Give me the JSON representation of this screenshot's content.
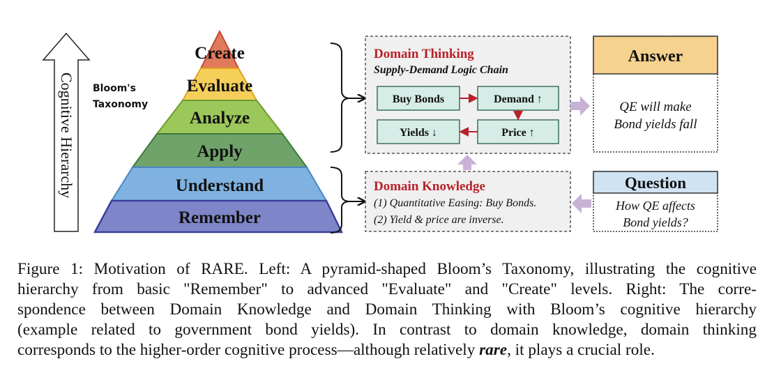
{
  "figure": {
    "axis_label": "Cognitive Hierarchy",
    "taxonomy_label_line1": "Bloom's",
    "taxonomy_label_line2": "Taxonomy",
    "levels": [
      "Create",
      "Evaluate",
      "Analyze",
      "Apply",
      "Understand",
      "Remember"
    ],
    "colors": {
      "create": "#e07a5a",
      "evaluate": "#f6cf5a",
      "analyze": "#9cc75a",
      "apply": "#6fa36a",
      "understand": "#7fb2e0",
      "remember": "#7e86c9",
      "title_red": "#b8222a",
      "node_fill": "#d6ece6",
      "node_stroke": "#3f6f5c",
      "answer_header": "#f6d28f",
      "question_header": "#cfe3f3",
      "purple_arrow": "#c7b2d6"
    },
    "domain_thinking": {
      "title": "Domain Thinking",
      "subtitle": "Supply-Demand Logic Chain",
      "nodes": [
        "Buy Bonds",
        "Demand ↑",
        "Price ↑",
        "Yields ↓"
      ]
    },
    "domain_knowledge": {
      "title": "Domain Knowledge",
      "line1": "(1) Quantitative Easing: Buy Bonds.",
      "line2": "(2) Yield & price are inverse."
    },
    "answer": {
      "header": "Answer",
      "line1": "QE will make",
      "line2": "Bond yields fall"
    },
    "question": {
      "header": "Question",
      "line1": "How QE affects",
      "line2": "Bond yields?"
    }
  },
  "caption": {
    "line1": "Figure 1: Motivation of RARE. Left: A pyramid-shaped Bloom’s Taxonomy, illustrating the cognitive",
    "line2": "hierarchy from basic \"Remember\" to advanced \"Evaluate\" and \"Create\" levels. Right: The corre-",
    "line3": "spondence between Domain Knowledge and Domain Thinking with Bloom’s cognitive hierarchy",
    "line4": "(example related to government bond yields). In contrast to domain knowledge, domain thinking",
    "line5_pre": "corresponds to the higher-order cognitive process—although relatively ",
    "line5_em": "rare",
    "line5_post": ", it plays a crucial role."
  }
}
